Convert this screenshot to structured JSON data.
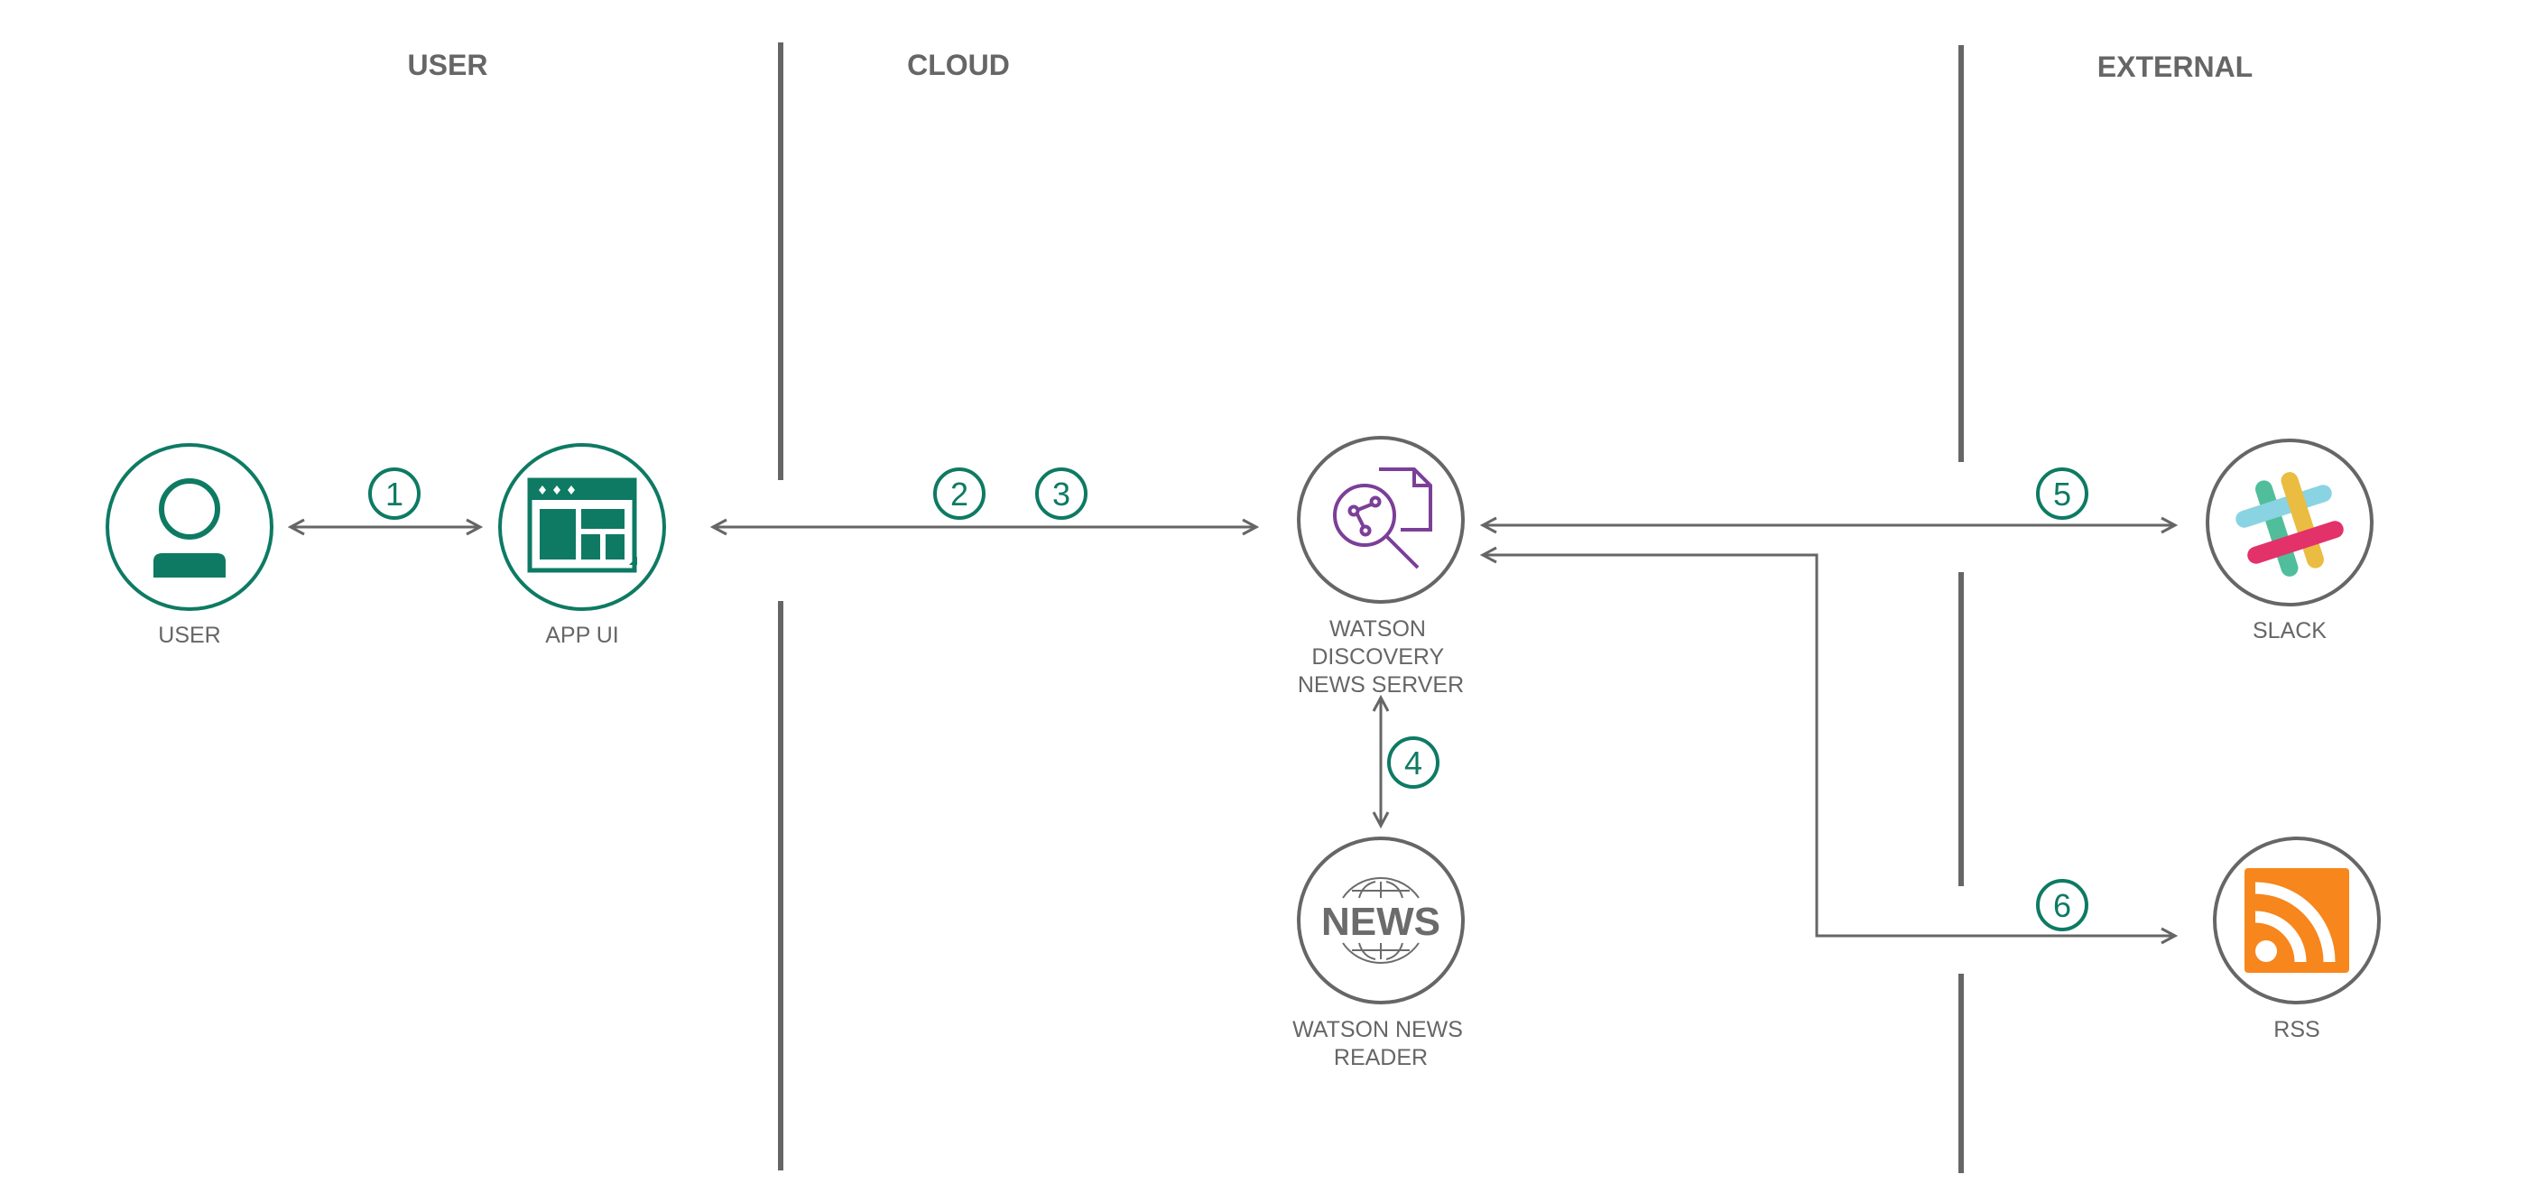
{
  "sections": {
    "user": "USER",
    "cloud": "CLOUD",
    "external": "EXTERNAL"
  },
  "nodes": {
    "user": {
      "label": "USER",
      "icon": "person-icon"
    },
    "app_ui": {
      "label": "APP UI",
      "icon": "app-window-icon"
    },
    "discovery": {
      "label_lines": [
        "WATSON",
        "DISCOVERY",
        "NEWS SERVER"
      ],
      "icon": "discovery-search-icon"
    },
    "news_reader": {
      "label_lines": [
        "WATSON NEWS",
        "READER"
      ],
      "icon": "news-globe-icon",
      "icon_text": "NEWS"
    },
    "slack": {
      "label": "SLACK",
      "icon": "slack-logo-icon"
    },
    "rss": {
      "label": "RSS",
      "icon": "rss-icon"
    }
  },
  "steps": [
    "1",
    "2",
    "3",
    "4",
    "5",
    "6"
  ],
  "colors": {
    "teal": "#0e7a64",
    "gray": "#666666",
    "purple": "#7b3f98",
    "rss_orange": "#f7861c",
    "slack_teal": "#5fc3b3",
    "slack_blue": "#7ecfe0",
    "slack_yellow": "#e9b52e",
    "slack_pink": "#e01b5a",
    "slack_green": "#3eb890"
  }
}
